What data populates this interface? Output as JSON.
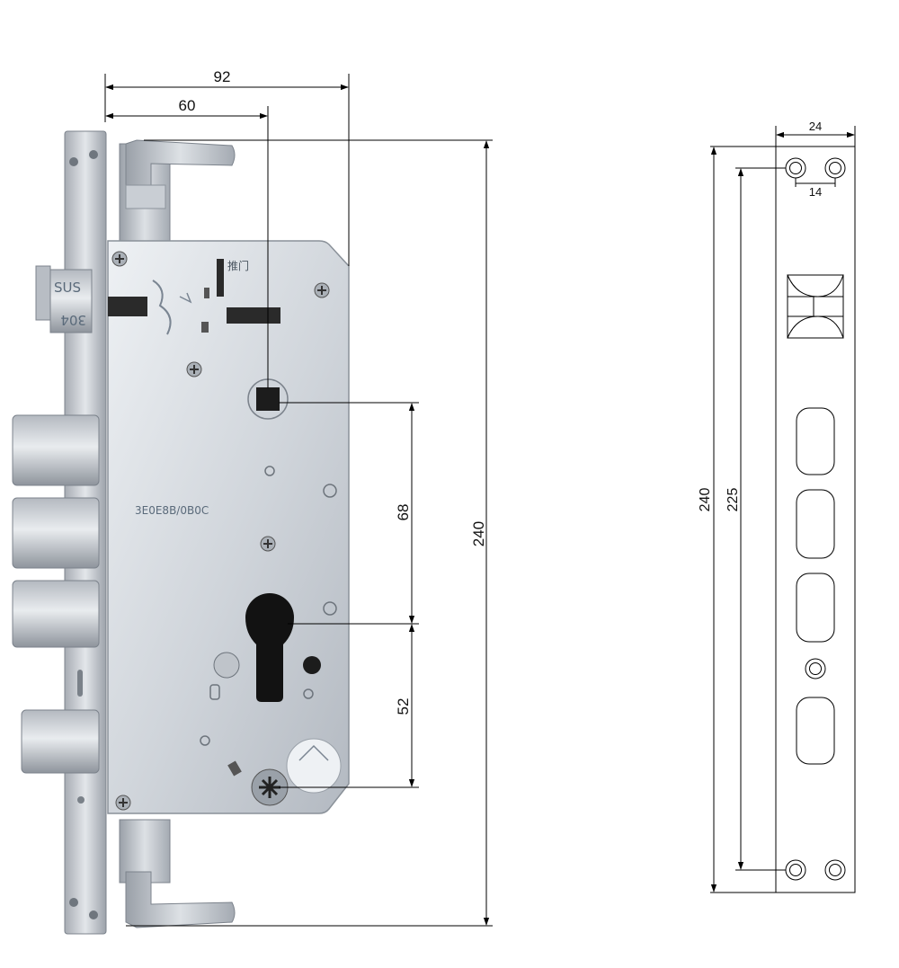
{
  "lock_body": {
    "dimensions": {
      "overall_depth": "92",
      "backset": "60",
      "overall_height": "240",
      "handle_to_cylinder": "68",
      "cylinder_to_bottom_hole": "52"
    },
    "faceplate_text_top": "SUS",
    "faceplate_text_bottom": "304",
    "engraving": "3E0E8B/0B0C",
    "door_label": "推门"
  },
  "strike_plate": {
    "dimensions": {
      "width": "24",
      "hole_spacing": "14",
      "height": "240",
      "hole_pitch": "225"
    }
  },
  "colors": {
    "steel_light": "#dfe3e8",
    "steel_mid": "#b9bec6",
    "steel_dark": "#7c838c",
    "line": "#000000"
  }
}
